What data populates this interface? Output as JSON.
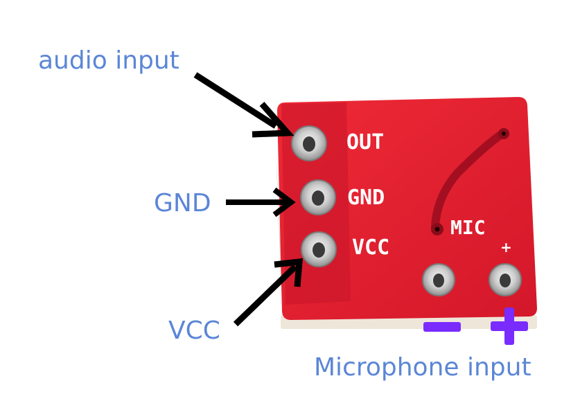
{
  "labels": {
    "audio_input": "audio input",
    "gnd": "GND",
    "vcc": "VCC",
    "microphone_input": "Microphone input"
  },
  "board": {
    "pin_out": "OUT",
    "pin_gnd": "GND",
    "pin_vcc": "VCC",
    "mic": "MIC",
    "mic_plus_small": "+",
    "minus_sign": "−",
    "plus_sign": "+"
  },
  "colors": {
    "label_text": "#5b86d6",
    "pcb_red": "#e11d2a",
    "pcb_edge": "#c9122a",
    "silkscreen": "#ffffff",
    "polarity_marks": "#7a2cff",
    "arrow": "#000000"
  }
}
